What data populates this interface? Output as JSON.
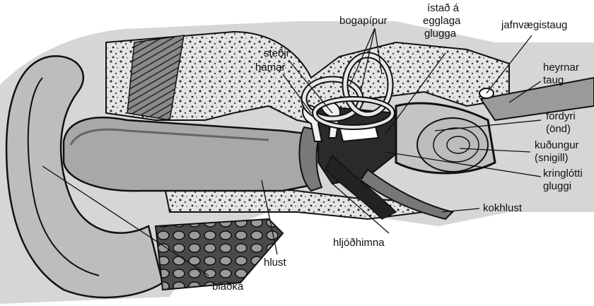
{
  "labels": {
    "bogapipur": "bogapípur",
    "istad_line1": "ístað á",
    "istad_line2": "egglaga",
    "istad_line3": "glugga",
    "jafnvaegistaug": "jafnvægistaug",
    "stedji": "steðji",
    "hamar": "hamar",
    "heyrnar_line1": "heyrnar",
    "heyrnar_line2": "taug",
    "fordyri_line1": "fordyri",
    "fordyri_line2": "(önd)",
    "kudungur_line1": "kuðungur",
    "kudungur_line2": "(snigill)",
    "kringlotti_line1": "kringlótti",
    "kringlotti_line2": "gluggi",
    "kokhlust": "kokhlust",
    "hljodhimna": "hljóðhimna",
    "hlust": "hlust",
    "bladka": "blaðka"
  },
  "colors": {
    "bone_fill": "#d9d9d9",
    "skin_fill": "#c8c8c8",
    "canal_fill": "#b0b0b0",
    "outline": "#111111",
    "inner_dark": "#1a1a1a",
    "fluid_fill": "#bfbfbf"
  }
}
